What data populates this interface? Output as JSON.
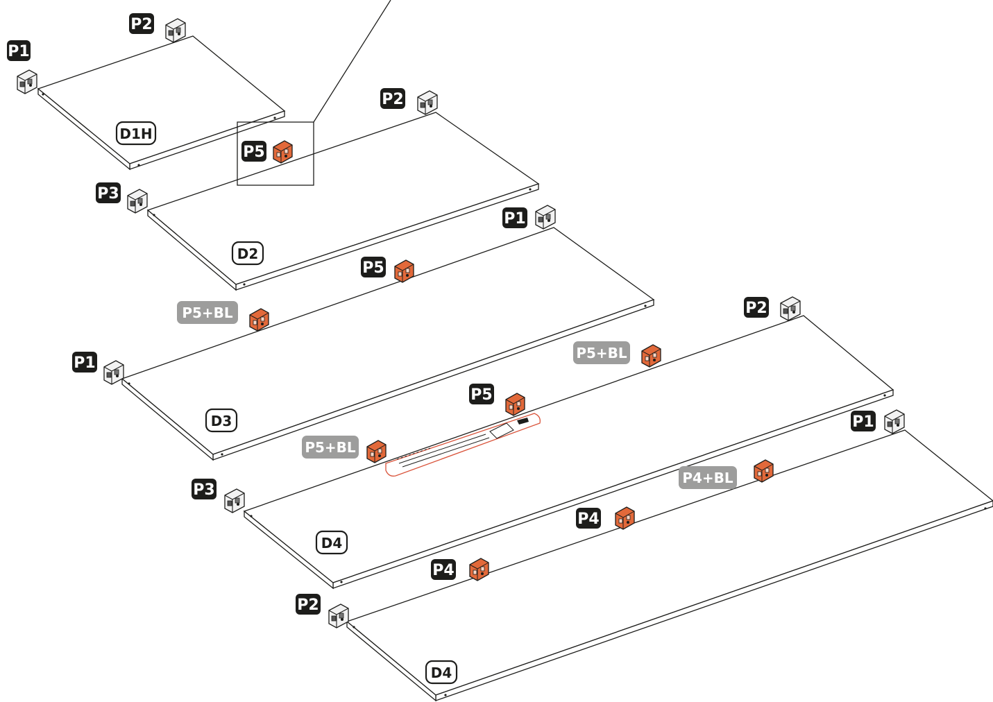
{
  "colors": {
    "label_dark": "#1d1d1b",
    "label_grey": "#9d9d9c",
    "connector_orange": "#e2693a",
    "connector_grey": "#f0f0f0",
    "template_outline": "#d9533a"
  },
  "labels": {
    "d1h": "D1H",
    "d2": "D2",
    "d3": "D3",
    "d4_upper": "D4",
    "d4_lower": "D4",
    "p1_d1h": "P1",
    "p2_d1h": "P2",
    "p5_detail": "P5",
    "p2_d2": "P2",
    "p3_d2": "P3",
    "p1_d3_right": "P1",
    "p5_d3": "P5",
    "p5bl_d3": "P5+BL",
    "p1_d3_left": "P1",
    "p2_d4a": "P2",
    "p5bl_d4a_right": "P5+BL",
    "p5_d4a": "P5",
    "p5bl_d4a_left": "P5+BL",
    "p3_d4a": "P3",
    "p1_d4b": "P1",
    "p4bl_d4b": "P4+BL",
    "p4_d4b_mid": "P4",
    "p4_d4b_left": "P4",
    "p2_d4b": "P2"
  },
  "icons": {
    "grey_connector": "corner-connector-icon",
    "orange_connector": "mid-connector-icon",
    "template": "drilling-template-icon",
    "detail_box": "detail-callout-icon"
  }
}
